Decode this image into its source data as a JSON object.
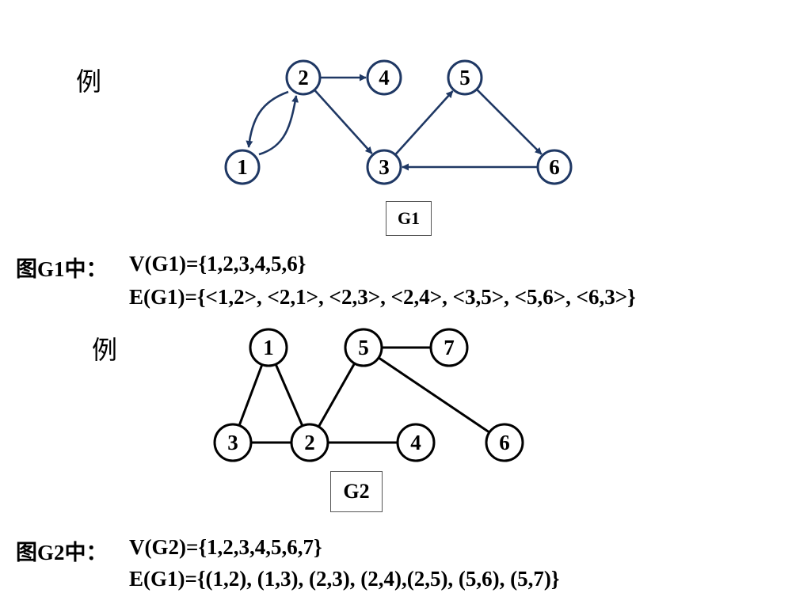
{
  "example_label": "例",
  "g1": {
    "caption": "G1",
    "colors": {
      "node_stroke": "#1f3864",
      "edge": "#1f3864",
      "text": "#000000"
    },
    "nodes": [
      {
        "id": "1",
        "label": "1"
      },
      {
        "id": "2",
        "label": "2"
      },
      {
        "id": "3",
        "label": "3"
      },
      {
        "id": "4",
        "label": "4"
      },
      {
        "id": "5",
        "label": "5"
      },
      {
        "id": "6",
        "label": "6"
      }
    ],
    "edges": [
      {
        "from": "1",
        "to": "2",
        "directed": true
      },
      {
        "from": "2",
        "to": "1",
        "directed": true
      },
      {
        "from": "2",
        "to": "3",
        "directed": true
      },
      {
        "from": "2",
        "to": "4",
        "directed": true
      },
      {
        "from": "3",
        "to": "5",
        "directed": true
      },
      {
        "from": "5",
        "to": "6",
        "directed": true
      },
      {
        "from": "6",
        "to": "3",
        "directed": true
      }
    ],
    "prefix": "图G1中：",
    "vertex_set": "V(G1)={1,2,3,4,5,6}",
    "edge_set": "E(G1)={<1,2>, <2,1>, <2,3>, <2,4>, <3,5>, <5,6>, <6,3>}"
  },
  "g2": {
    "caption": "G2",
    "colors": {
      "node_stroke": "#000000",
      "edge": "#000000",
      "text": "#000000"
    },
    "nodes": [
      {
        "id": "1",
        "label": "1"
      },
      {
        "id": "2",
        "label": "2"
      },
      {
        "id": "3",
        "label": "3"
      },
      {
        "id": "4",
        "label": "4"
      },
      {
        "id": "5",
        "label": "5"
      },
      {
        "id": "6",
        "label": "6"
      },
      {
        "id": "7",
        "label": "7"
      }
    ],
    "edges": [
      {
        "from": "1",
        "to": "2",
        "directed": false
      },
      {
        "from": "1",
        "to": "3",
        "directed": false
      },
      {
        "from": "2",
        "to": "3",
        "directed": false
      },
      {
        "from": "2",
        "to": "4",
        "directed": false
      },
      {
        "from": "2",
        "to": "5",
        "directed": false
      },
      {
        "from": "5",
        "to": "6",
        "directed": false
      },
      {
        "from": "5",
        "to": "7",
        "directed": false
      }
    ],
    "prefix": "图G2中：",
    "vertex_set": "V(G2)={1,2,3,4,5,6,7}",
    "edge_set": "E(G1)={(1,2), (1,3), (2,3), (2,4),(2,5), (5,6), (5,7)}"
  }
}
